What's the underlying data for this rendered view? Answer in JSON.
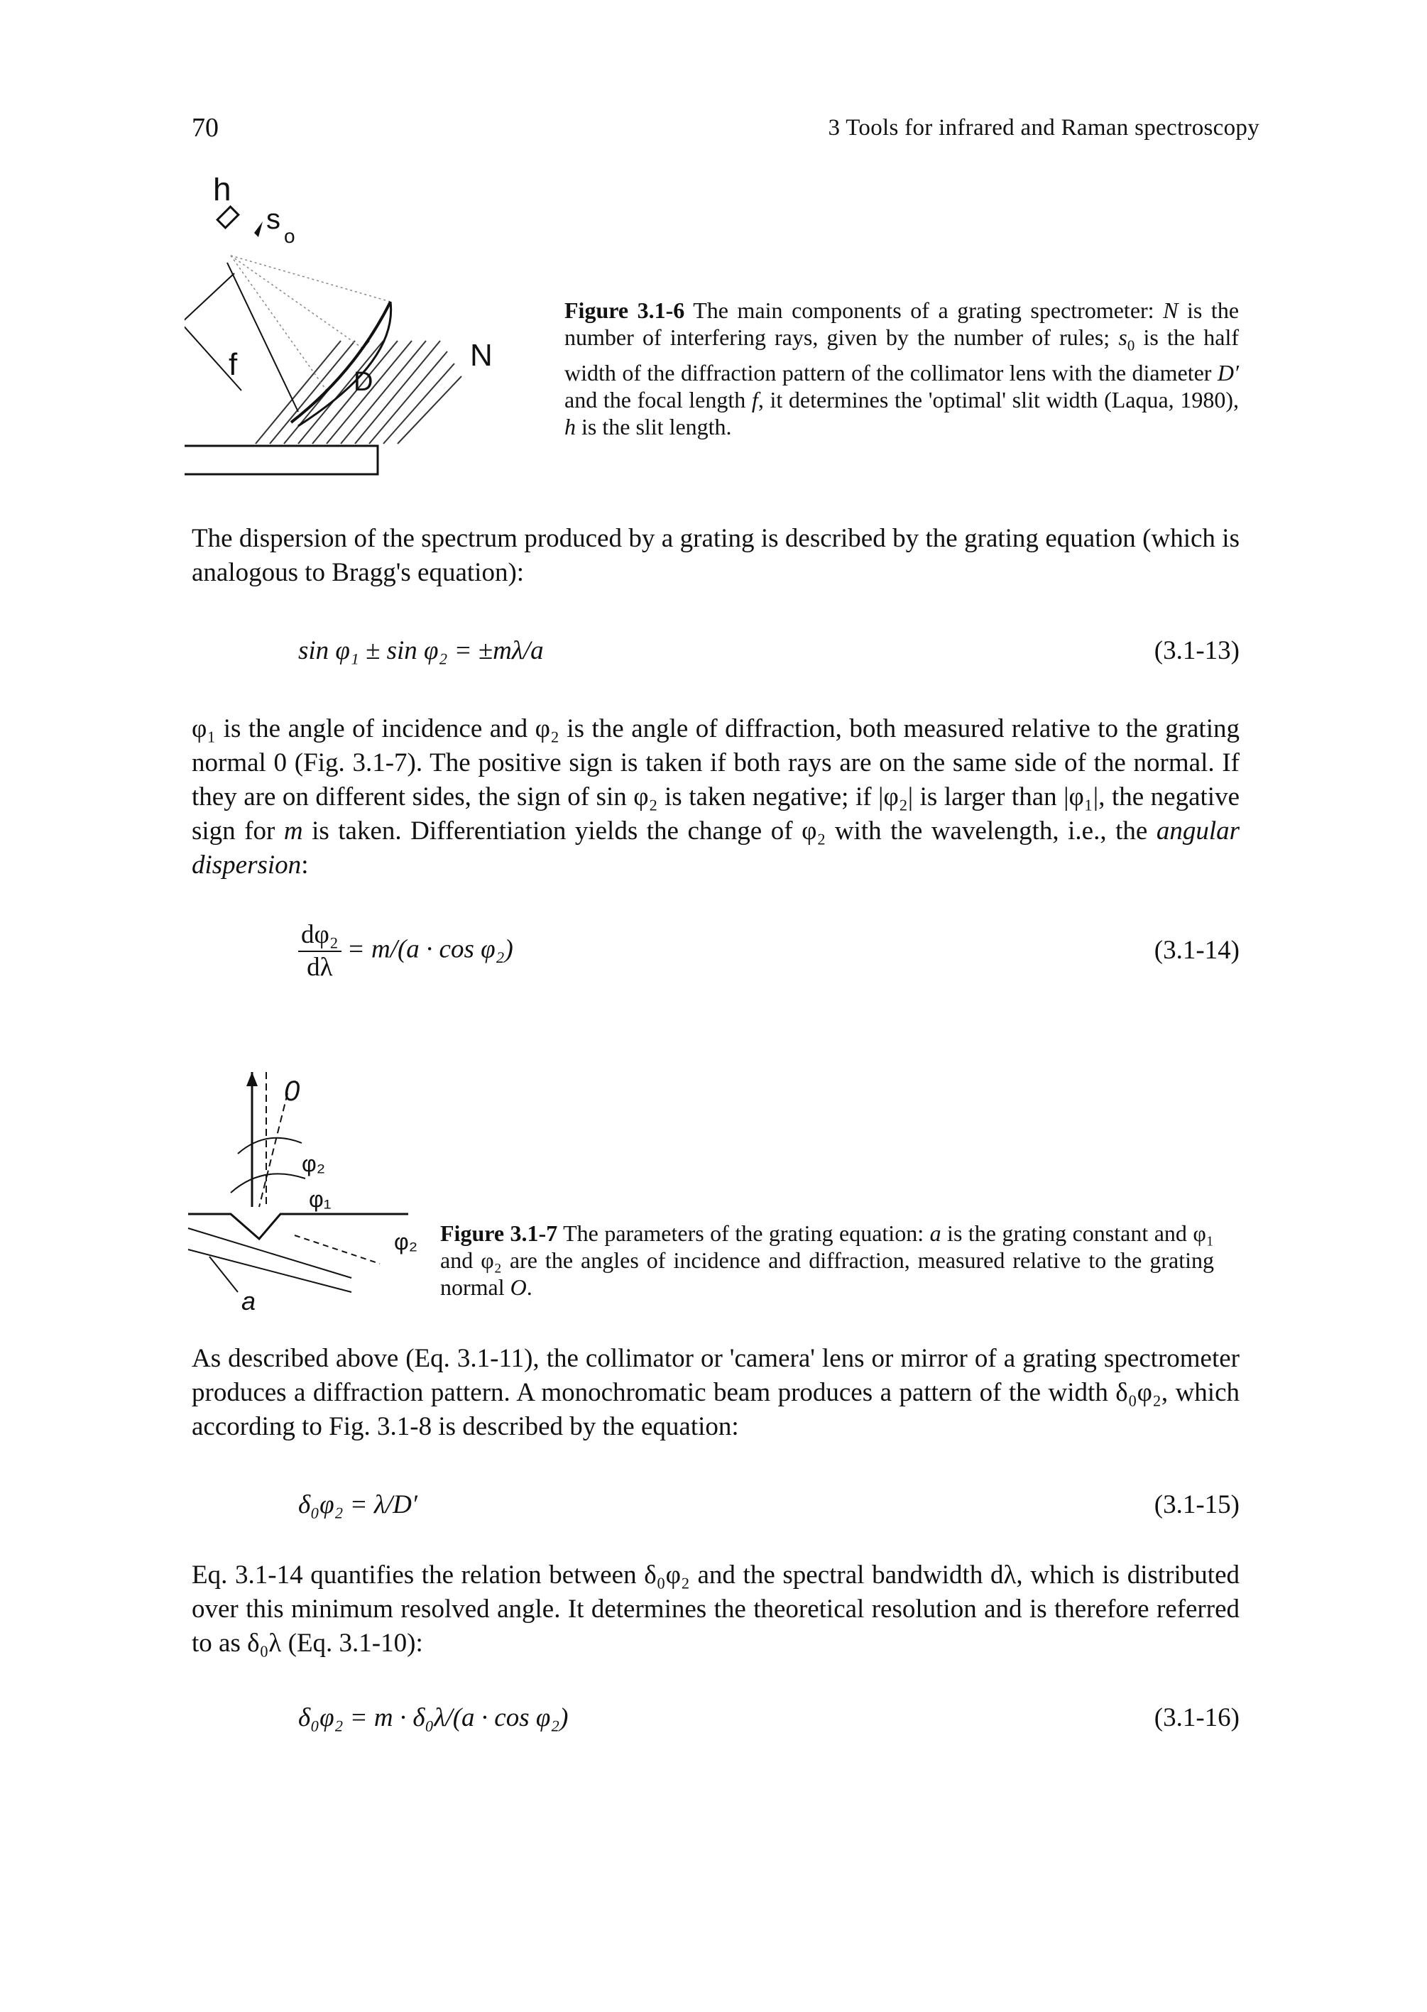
{
  "header": {
    "page_number": "70",
    "running_title": "3 Tools for infrared and Raman spectroscopy"
  },
  "figure_6": {
    "labels": {
      "h": "h",
      "s0": "s",
      "s0_sub": "o",
      "f": "f",
      "d": "D",
      "n": "N"
    },
    "caption": {
      "label": "Figure 3.1-6",
      "t1": " The main components of a grating spectrometer: ",
      "N": "N",
      "t2": " is the number of interfering rays, given by the number of rules; ",
      "s0": "s",
      "s0_sub": "0",
      "t3": " is the half width of the diffraction pattern of the collimator lens with the diameter ",
      "D": "D′",
      "t4": " and the focal length ",
      "f": "f",
      "t5": ", it determines the 'optimal' slit width (Laqua, 1980), ",
      "h": "h",
      "t6": " is the slit length."
    }
  },
  "para_1": "The dispersion of the spectrum produced by a grating is described by the grating equation (which is analogous to Bragg's equation):",
  "eq_13": {
    "expr": "sin φ₁ ± sin φ₂ = ±mλ/a",
    "number": "(3.1-13)"
  },
  "para_2": {
    "t1": "φ₁ is the angle of incidence and φ₂ is the angle of diffraction, both measured relative to the grating normal 0 (Fig. 3.1-7). The positive sign is taken if both rays are on the same side of the normal. If they are on different sides, the sign of sin φ₂ is taken negative; if |φ₂| is larger than |φ₁|, the negative sign for ",
    "m": "m",
    "t2": " is taken. Differentiation yields the change of φ₂ with the wavelength, i.e., the ",
    "em": "angular dispersion",
    "t3": ":"
  },
  "eq_14": {
    "numerator": "dφ₂",
    "denominator": "dλ",
    "rhs": "= m/(a · cos φ₂)",
    "number": "(3.1-14)"
  },
  "figure_7": {
    "labels": {
      "zero": "0",
      "phi2": "φ₂",
      "phi1": "φ₁",
      "phi2_low": "φ₂",
      "a": "a"
    },
    "caption": {
      "label": "Figure 3.1-7",
      "t1": " The parameters of the grating equation: ",
      "a": "a",
      "t2": " is the grating constant and φ₁ and φ₂ are the angles of incidence and diffraction, measured relative to the grating normal ",
      "O": "O",
      "t3": "."
    }
  },
  "para_3": "As described above (Eq. 3.1-11), the collimator or 'camera' lens or mirror of a grating spectrometer produces a diffraction pattern. A monochromatic beam produces a pattern of the width δ₀φ₂, which according to Fig. 3.1-8 is described by the equation:",
  "eq_15": {
    "expr": "δ₀φ₂ = λ/D′",
    "number": "(3.1-15)"
  },
  "para_4": "Eq. 3.1-14 quantifies the relation between δ₀φ₂ and the spectral bandwidth dλ, which is distributed over this minimum resolved angle. It determines the theoretical resolution and is therefore referred to as δ₀λ (Eq. 3.1-10):",
  "eq_16": {
    "expr": "δ₀φ₂ = m · δ₀λ/(a · cos φ₂)",
    "number": "(3.1-16)"
  }
}
